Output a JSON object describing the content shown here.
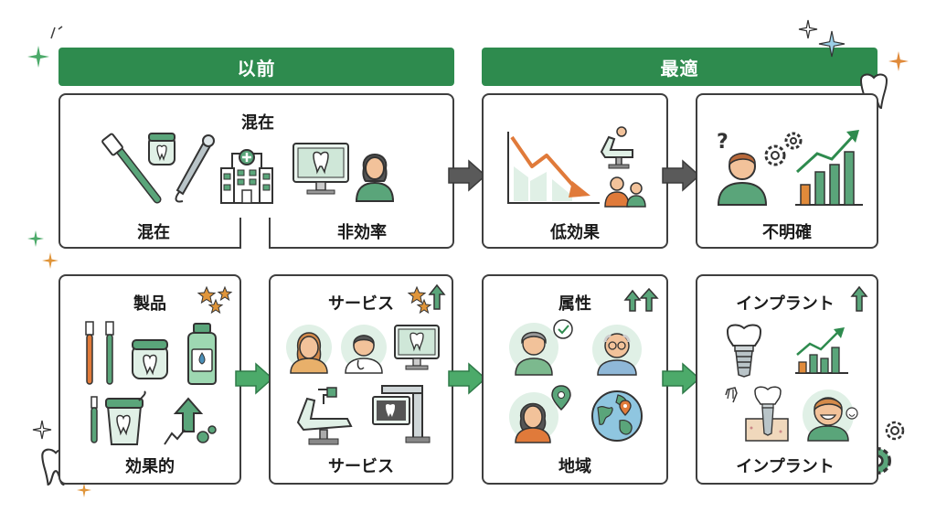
{
  "colors": {
    "banner": "#2e8b4e",
    "arrow_gray": "#5a5a5a",
    "arrow_green": "#4caa6a",
    "icon_green": "#5aa57a",
    "icon_light": "#e0f0e6",
    "outline": "#333333",
    "skin": "#f2c29a",
    "orange": "#e07a3a",
    "star": "#e0953a"
  },
  "banners": {
    "before": "以前",
    "optimal": "最適"
  },
  "top_row": {
    "mixed_panel": {
      "title": "混在",
      "left_label": "混在",
      "right_label": "非効率"
    },
    "low_effect_panel": {
      "label": "低効果"
    },
    "unclear_panel": {
      "label": "不明確"
    }
  },
  "bottom_row": {
    "products_panel": {
      "title": "製品",
      "label": "効果的"
    },
    "services_panel": {
      "title": "サービス",
      "label": "サービス"
    },
    "attributes_panel": {
      "title": "属性",
      "label": "地域"
    },
    "implant_panel": {
      "title": "インプラント",
      "label": "インプラント"
    }
  },
  "icons": {
    "mixed": [
      "toothbrush-icon",
      "floss-icon",
      "dental-handpiece-icon",
      "hospital-icon",
      "monitor-tooth-icon",
      "receptionist-icon"
    ],
    "low_effect": [
      "declining-chart-icon",
      "dental-chair-icon",
      "family-icon"
    ],
    "unclear": [
      "confused-person-icon",
      "gears-icon",
      "growth-chart-icon"
    ],
    "products": [
      "toothbrushes-icon",
      "floss-icon",
      "mouthwash-icon",
      "interdental-brush-icon",
      "water-flosser-icon",
      "growth-arrow-icon"
    ],
    "services": [
      "woman-avatar-icon",
      "dentist-avatar-icon",
      "monitor-tooth-icon",
      "dental-chair-icon",
      "xray-machine-icon"
    ],
    "attributes": [
      "elderly-woman-icon",
      "elderly-man-icon",
      "woman-icon",
      "globe-pin-icon"
    ],
    "implant": [
      "implant-icon",
      "growth-chart-icon",
      "implant-procedure-icon",
      "smiling-boy-icon"
    ]
  }
}
